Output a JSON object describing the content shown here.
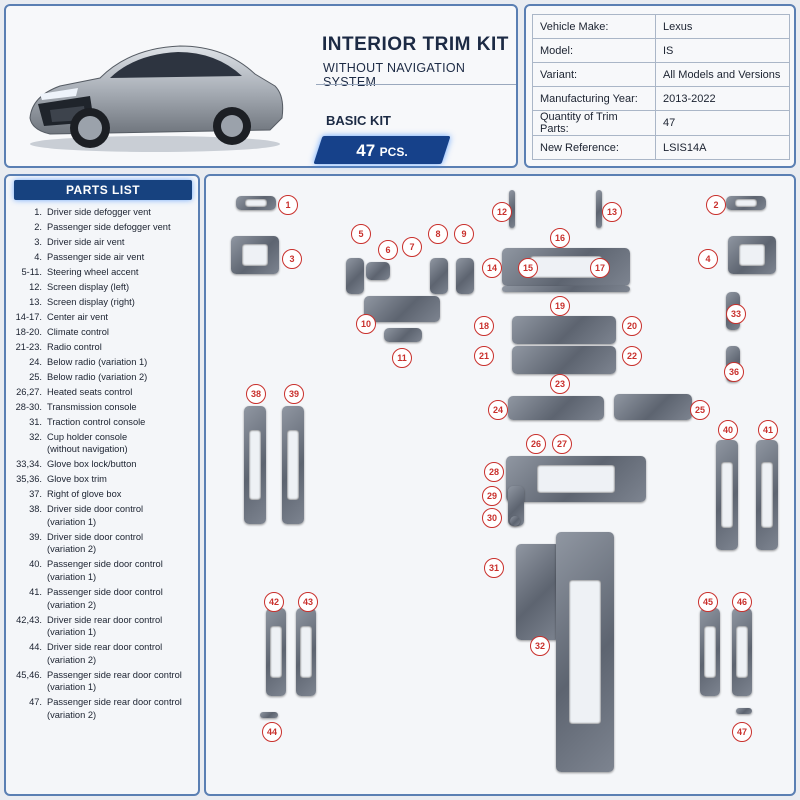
{
  "header": {
    "title": "INTERIOR TRIM KIT",
    "subtitle": "WITHOUT NAVIGATION SYSTEM",
    "kit_name": "BASIC KIT",
    "pcs_count": "47",
    "pcs_unit": "PCS."
  },
  "specs": [
    {
      "label": "Vehicle Make:",
      "value": "Lexus"
    },
    {
      "label": "Model:",
      "value": "IS"
    },
    {
      "label": "Variant:",
      "value": "All Models and Versions"
    },
    {
      "label": "Manufacturing Year:",
      "value": "2013-2022"
    },
    {
      "label": "Quantity of Trim Parts:",
      "value": "47"
    },
    {
      "label": "New Reference:",
      "value": "LSIS14A"
    }
  ],
  "parts_list": {
    "title": "PARTS LIST",
    "items": [
      {
        "num": "1.",
        "text": "Driver side defogger vent"
      },
      {
        "num": "2.",
        "text": "Passenger side defogger vent"
      },
      {
        "num": "3.",
        "text": "Driver side air vent"
      },
      {
        "num": "4.",
        "text": "Passenger side air vent"
      },
      {
        "num": "5-11.",
        "text": "Steering wheel accent"
      },
      {
        "num": "12.",
        "text": "Screen display (left)"
      },
      {
        "num": "13.",
        "text": "Screen display (right)"
      },
      {
        "num": "14-17.",
        "text": "Center air vent"
      },
      {
        "num": "18-20.",
        "text": "Climate control"
      },
      {
        "num": "21-23.",
        "text": "Radio control"
      },
      {
        "num": "24.",
        "text": "Below radio (variation 1)"
      },
      {
        "num": "25.",
        "text": "Below radio (variation 2)"
      },
      {
        "num": "26,27.",
        "text": "Heated seats control"
      },
      {
        "num": "28-30.",
        "text": "Transmission console"
      },
      {
        "num": "31.",
        "text": "Traction control console"
      },
      {
        "num": "32.",
        "text": "Cup holder console\n(without navigation)"
      },
      {
        "num": "33,34.",
        "text": "Glove box lock/button"
      },
      {
        "num": "35,36.",
        "text": "Glove box trim"
      },
      {
        "num": "37.",
        "text": "Right of glove box"
      },
      {
        "num": "38.",
        "text": "Driver side door control\n(variation 1)"
      },
      {
        "num": "39.",
        "text": "Driver side door control\n(variation 2)"
      },
      {
        "num": "40.",
        "text": "Passenger side door control\n(variation 1)"
      },
      {
        "num": "41.",
        "text": "Passenger side door control\n(variation 2)"
      },
      {
        "num": "42,43.",
        "text": "Driver side rear door control\n(variation 1)"
      },
      {
        "num": "44.",
        "text": "Driver side rear door control\n(variation 2)"
      },
      {
        "num": "45,46.",
        "text": "Passenger side rear door control\n(variation 1)"
      },
      {
        "num": "47.",
        "text": "Passenger side rear door control\n(variation 2)"
      }
    ]
  },
  "diagram_labels": [
    "1",
    "2",
    "3",
    "4",
    "5",
    "6",
    "7",
    "8",
    "9",
    "10",
    "11",
    "12",
    "13",
    "14",
    "15",
    "16",
    "17",
    "18",
    "19",
    "20",
    "21",
    "22",
    "23",
    "24",
    "25",
    "26",
    "27",
    "28",
    "29",
    "30",
    "31",
    "32",
    "33",
    "36",
    "38",
    "39",
    "40",
    "41",
    "42",
    "43",
    "44",
    "45",
    "46",
    "47"
  ],
  "colors": {
    "accent": "#17427f",
    "badge_red": "#c9302c",
    "trim_gray": "#6b727d"
  }
}
